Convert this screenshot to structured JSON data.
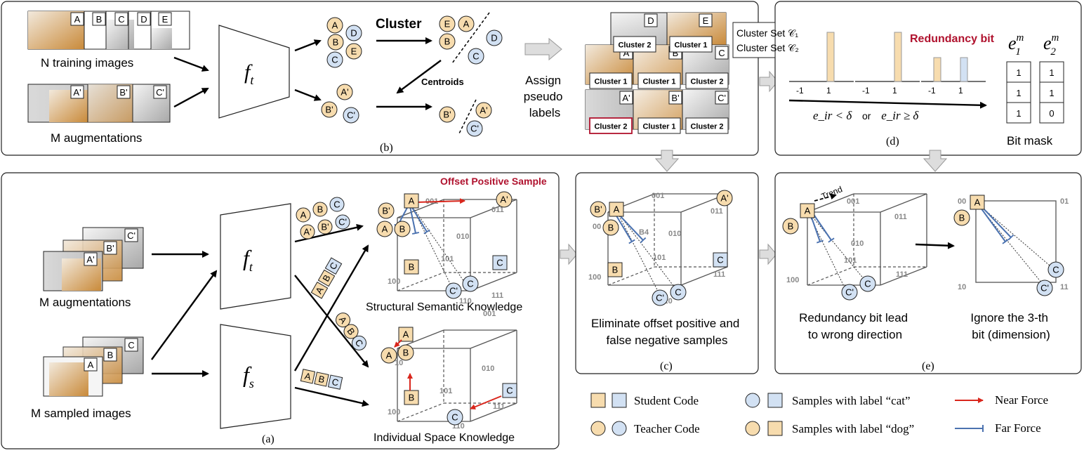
{
  "panels": {
    "a": "(a)",
    "b": "(b)",
    "c": "(c)",
    "d": "(d)",
    "e": "(e)"
  },
  "panel_b": {
    "n_training": "N training images",
    "m_aug": "M augmentations",
    "cluster": "Cluster",
    "centroids": "Centroids",
    "assign": [
      "Assign",
      "pseudo",
      "labels"
    ],
    "img_labels_top": [
      "A",
      "B",
      "C",
      "D",
      "E"
    ],
    "img_labels_aug": [
      "A'",
      "B'",
      "C'"
    ],
    "cluster_labels": [
      "Cluster 2",
      "Cluster 1",
      "Cluster 1",
      "Cluster 1",
      "Cluster 2",
      "Cluster 2",
      "Cluster 1",
      "Cluster 2"
    ],
    "grid_letters": [
      "D",
      "E",
      "A",
      "B",
      "C",
      "A'",
      "B'",
      "C'"
    ]
  },
  "panel_d": {
    "set1": "Cluster Set 𝒞₁",
    "set2": "Cluster Set 𝒞₂",
    "redundancy": "Redundancy bit",
    "tick_neg": "-1",
    "tick_pos": "1",
    "condition": "e_ir < δ",
    "or": "or",
    "condition2": "e_ir ≥ δ",
    "e1": "e",
    "e2": "e",
    "bits_e1": [
      "1",
      "1",
      "1"
    ],
    "bits_e2": [
      "1",
      "1",
      "0"
    ],
    "bitmask": "Bit mask"
  },
  "panel_a": {
    "m_aug": "M augmentations",
    "m_sampled": "M sampled images",
    "ft": "f",
    "fs": "f",
    "offset": "Offset Positive Sample",
    "structural": "Structural Semantic Knowledge",
    "individual": "Individual Space Knowledge",
    "cube_labels": [
      "001",
      "011",
      "010",
      "101",
      "100",
      "111",
      "110"
    ]
  },
  "panel_c": {
    "caption": [
      "Eliminate offset positive and",
      "false negative samples"
    ]
  },
  "panel_e": {
    "trend": "Trend",
    "cap1": [
      "Redundancy bit lead",
      "to wrong direction"
    ],
    "cap2": [
      "Ignore the 3-th",
      "bit (dimension)"
    ],
    "sq_labels": [
      "00",
      "01",
      "10",
      "11"
    ]
  },
  "legend": {
    "student": "Student  Code",
    "teacher": "Teacher  Code",
    "cat": "Samples with label “cat”",
    "dog": "Samples with label “dog”",
    "near": "Near Force",
    "far": "Far Force"
  },
  "colors": {
    "orange": "#f7dcae",
    "blue": "#d2e1f3",
    "red": "#d9261c",
    "farblue": "#4b72b0",
    "redtext": "#b0122e"
  }
}
